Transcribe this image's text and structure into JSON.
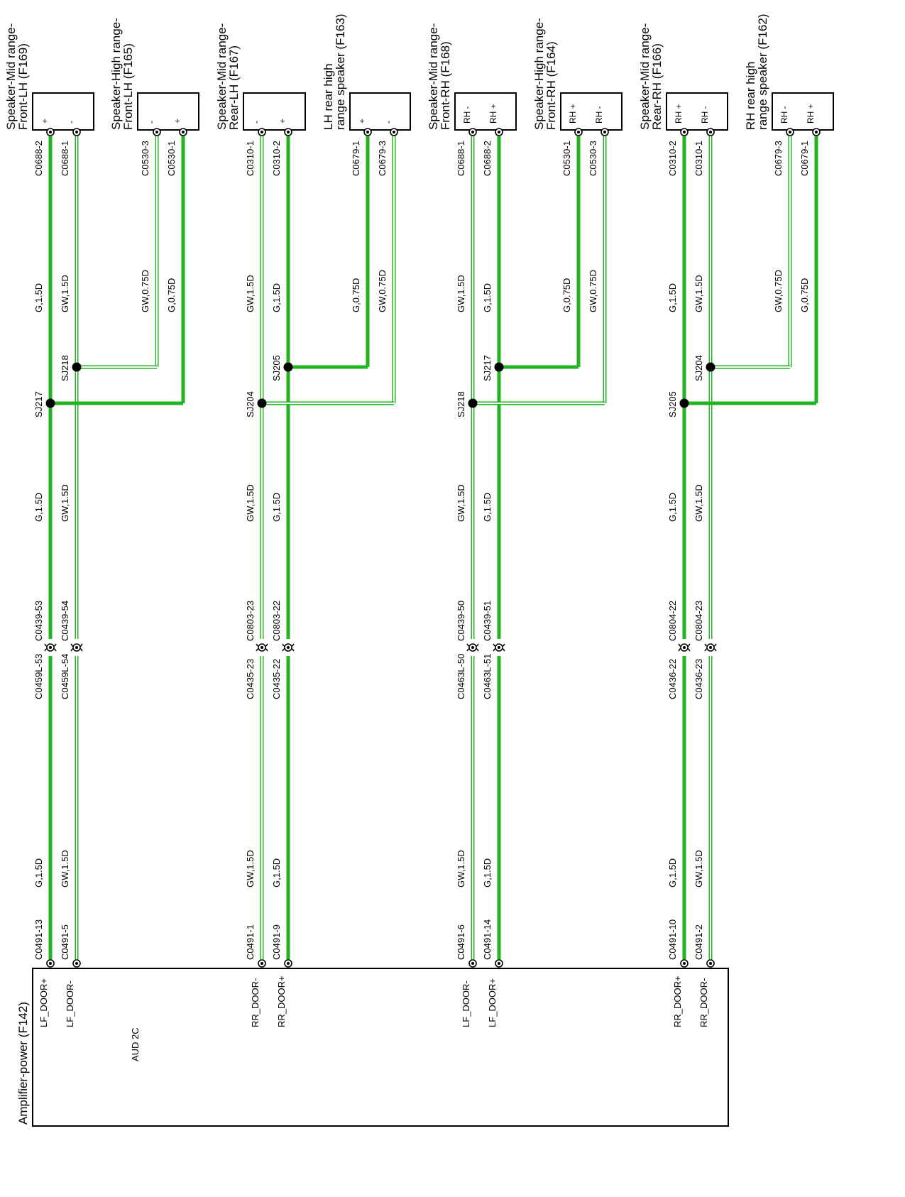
{
  "colors": {
    "wire_green": "#22b422",
    "outline": "#000000",
    "background": "#ffffff"
  },
  "amplifier": {
    "title": "Amplifier-power (F142)",
    "note": "AUD 2C",
    "pins": [
      "LF_DOOR+",
      "LF_DOOR-",
      "RR_DOOR-",
      "RR_DOOR+",
      "LF_DOOR-",
      "LF_DOOR+",
      "RR_DOOR+",
      "RR_DOOR-"
    ]
  },
  "speakers": [
    {
      "title": [
        "Speaker-Mid range-",
        "Front-LH (F169)"
      ],
      "pins": [
        "+",
        "-"
      ]
    },
    {
      "title": [
        "Speaker-High range-",
        "Front-LH (F165)"
      ],
      "pins": [
        "-",
        "+"
      ]
    },
    {
      "title": [
        "Speaker-Mid range-",
        "Rear-LH (F167)"
      ],
      "pins": [
        "-",
        "+"
      ]
    },
    {
      "title": [
        "LH rear high",
        "range speaker (F163)"
      ],
      "pins": [
        "+",
        "-"
      ]
    },
    {
      "title": [
        "Speaker-Mid range-",
        "Front-RH (F168)"
      ],
      "pins": [
        "RH -",
        "RH +"
      ]
    },
    {
      "title": [
        "Speaker-High range-",
        "Front-RH (F164)"
      ],
      "pins": [
        "RH +",
        "RH -"
      ]
    },
    {
      "title": [
        "Speaker-Mid range-",
        "Rear-RH (F166)"
      ],
      "pins": [
        "RH +",
        "RH -"
      ]
    },
    {
      "title": [
        "RH rear high",
        "range speaker (F162)"
      ],
      "pins": [
        "RH -",
        "RH +"
      ]
    }
  ],
  "splices": [
    "SJ217",
    "SJ218",
    "SJ204",
    "SJ205",
    "SJ218",
    "SJ217",
    "SJ205",
    "SJ204"
  ],
  "wires": [
    {
      "color": "G",
      "thick": true,
      "spk_conn": "C0688-2",
      "upper_spec": "G,1.5D",
      "mid_spec": "G,1.5D",
      "inline_top": "C0439-53",
      "inline_bottom": "C0459L-53",
      "lower_spec": "G,1.5D",
      "amp_conn": "C0491-13"
    },
    {
      "color": "GW",
      "thick": false,
      "spk_conn": "C0688-1",
      "upper_spec": "GW,1.5D",
      "mid_spec": "GW,1.5D",
      "inline_top": "C0439-54",
      "inline_bottom": "C0459L-54",
      "lower_spec": "GW,1.5D",
      "amp_conn": "C0491-5"
    },
    {
      "color": "GW",
      "thick": false,
      "spk_conn": "C0530-3",
      "upper_spec": "GW,0.75D"
    },
    {
      "color": "G",
      "thick": true,
      "spk_conn": "C0530-1",
      "upper_spec": "G,0.75D"
    },
    {
      "color": "GW",
      "thick": false,
      "spk_conn": "C0310-1",
      "upper_spec": "GW,1.5D",
      "mid_spec": "GW,1.5D",
      "inline_top": "C0803-23",
      "inline_bottom": "C0435-23",
      "lower_spec": "GW,1.5D",
      "amp_conn": "C0491-1"
    },
    {
      "color": "G",
      "thick": true,
      "spk_conn": "C0310-2",
      "upper_spec": "G,1.5D",
      "mid_spec": "G,1.5D",
      "inline_top": "C0803-22",
      "inline_bottom": "C0435-22",
      "lower_spec": "G,1.5D",
      "amp_conn": "C0491-9"
    },
    {
      "color": "G",
      "thick": true,
      "spk_conn": "C0679-1",
      "upper_spec": "G,0.75D"
    },
    {
      "color": "GW",
      "thick": false,
      "spk_conn": "C0679-3",
      "upper_spec": "GW,0.75D"
    },
    {
      "color": "GW",
      "thick": false,
      "spk_conn": "C0688-1",
      "upper_spec": "GW,1.5D",
      "mid_spec": "GW,1.5D",
      "inline_top": "C0439-50",
      "inline_bottom": "C0463L-50",
      "lower_spec": "GW,1.5D",
      "amp_conn": "C0491-6"
    },
    {
      "color": "G",
      "thick": true,
      "spk_conn": "C0688-2",
      "upper_spec": "G,1.5D",
      "mid_spec": "G,1.5D",
      "inline_top": "C0439-51",
      "inline_bottom": "C0463L-51",
      "lower_spec": "G,1.5D",
      "amp_conn": "C0491-14"
    },
    {
      "color": "G",
      "thick": true,
      "spk_conn": "C0530-1",
      "upper_spec": "G,0.75D"
    },
    {
      "color": "GW",
      "thick": false,
      "spk_conn": "C0530-3",
      "upper_spec": "GW,0.75D"
    },
    {
      "color": "G",
      "thick": true,
      "spk_conn": "C0310-2",
      "upper_spec": "G,1.5D",
      "mid_spec": "G,1.5D",
      "inline_top": "C0804-22",
      "inline_bottom": "C0436-22",
      "lower_spec": "G,1.5D",
      "amp_conn": "C0491-10"
    },
    {
      "color": "GW",
      "thick": false,
      "spk_conn": "C0310-1",
      "upper_spec": "GW,1.5D",
      "mid_spec": "GW,1.5D",
      "inline_top": "C0804-23",
      "inline_bottom": "C0436-23",
      "lower_spec": "GW,1.5D",
      "amp_conn": "C0491-2"
    },
    {
      "color": "GW",
      "thick": false,
      "spk_conn": "C0679-3",
      "upper_spec": "GW,0.75D"
    },
    {
      "color": "G",
      "thick": true,
      "spk_conn": "C0679-1",
      "upper_spec": "G,0.75D"
    }
  ]
}
